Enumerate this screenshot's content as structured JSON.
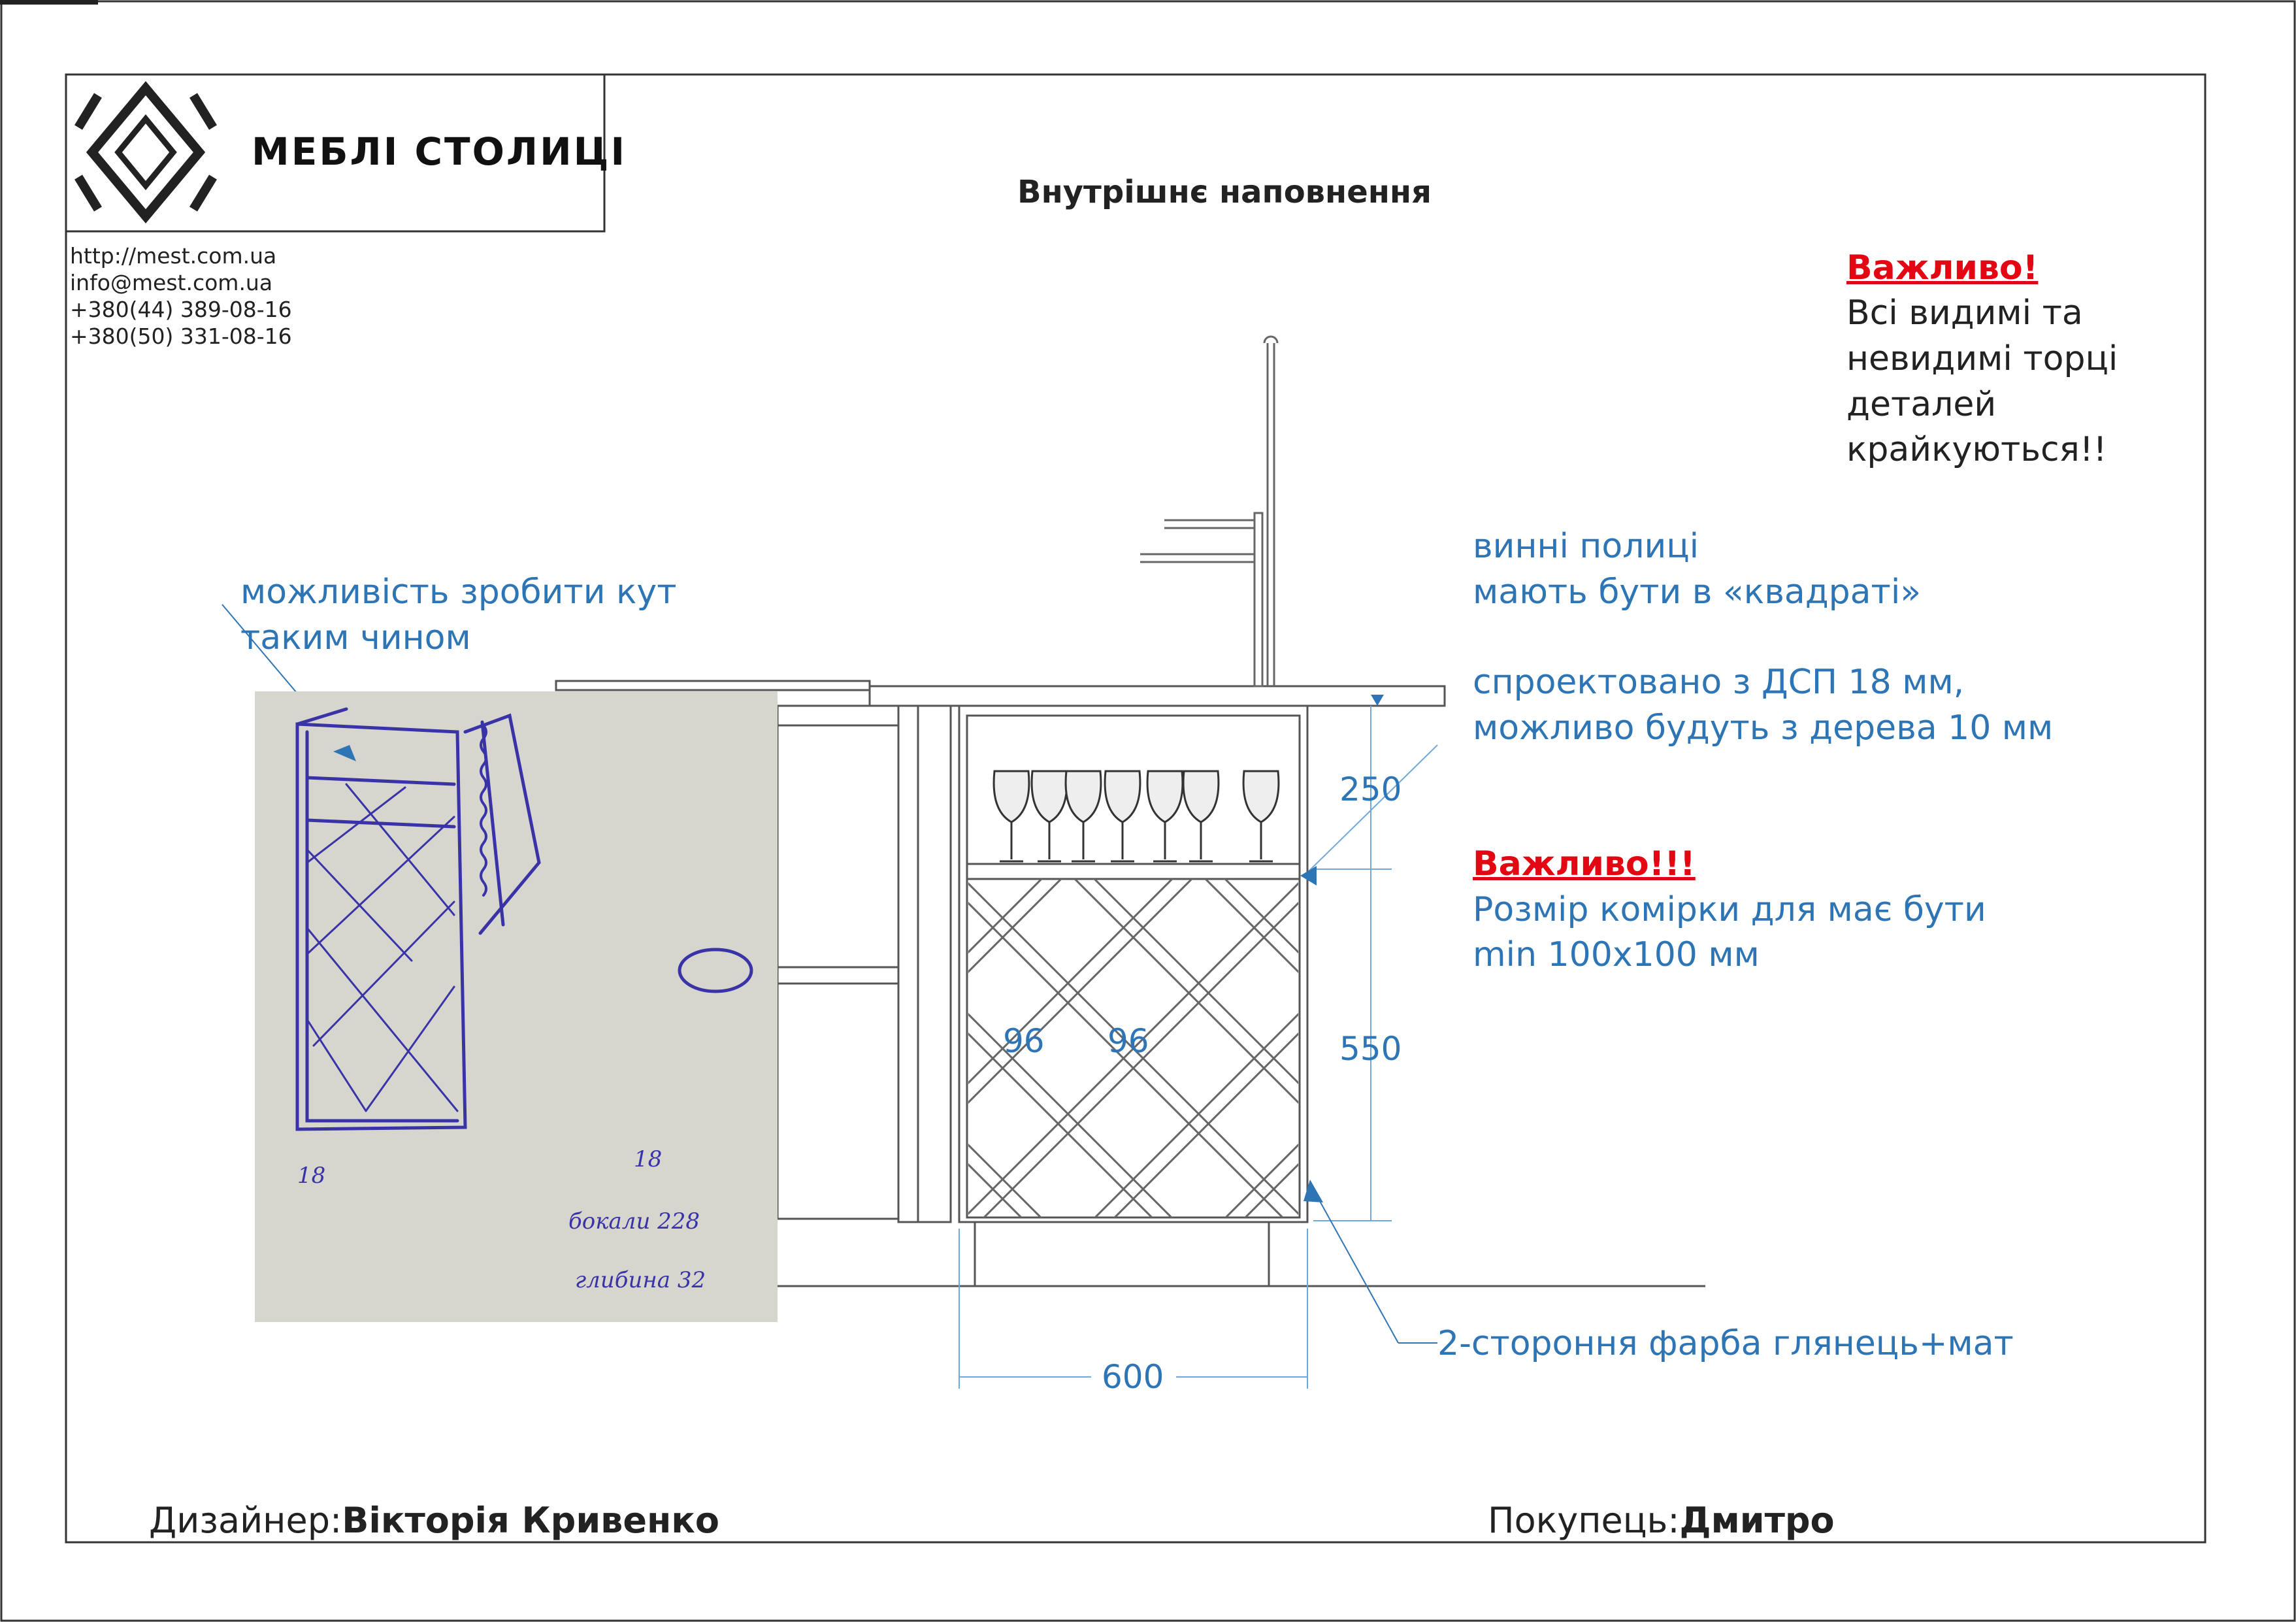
{
  "logo": {
    "brand_name": "МЕБЛІ СТОЛИЦІ"
  },
  "contacts": [
    "http://mest.com.ua",
    "info@mest.com.ua",
    "+380(44)   389-08-16",
    "+380(50)   331-08-16"
  ],
  "title": "Внутрішнє наповнення",
  "important_note": {
    "heading": "Важливо!",
    "lines": [
      "Всі видимі та",
      "невидимі торці",
      "деталей",
      "крайкуються!!"
    ]
  },
  "annotations": {
    "corner": [
      "можливість зробити кут",
      "таким чином"
    ],
    "wine_shelves": [
      "винні полиці",
      "мають бути в «квадраті»"
    ],
    "material": [
      "спроектовано з ДСП 18 мм,",
      "можливо будуть з дерева 10 мм"
    ],
    "cell_heading": "Важливо!!!",
    "cell_size": [
      "Розмір комірки для має бути",
      "min 100x100 мм"
    ],
    "paint": "2-стороння фарба глянець+мат"
  },
  "dimensions": {
    "top_section": "250",
    "bottom_section": "550",
    "width": "600",
    "cell_a": "96",
    "cell_b": "96"
  },
  "sketch_notes": {
    "left": "18",
    "right": "18",
    "glasses": "бокали 228",
    "depth": "глибина 32"
  },
  "footer": {
    "designer_label": "Дизайнер:",
    "designer_name": "Вікторія Кривенко",
    "customer_label": "Покупець:",
    "customer_name": "Дмитро"
  },
  "colors": {
    "accent_blue": "#2e75b6",
    "important_red": "#e30613",
    "ink": "#3a33a8"
  }
}
